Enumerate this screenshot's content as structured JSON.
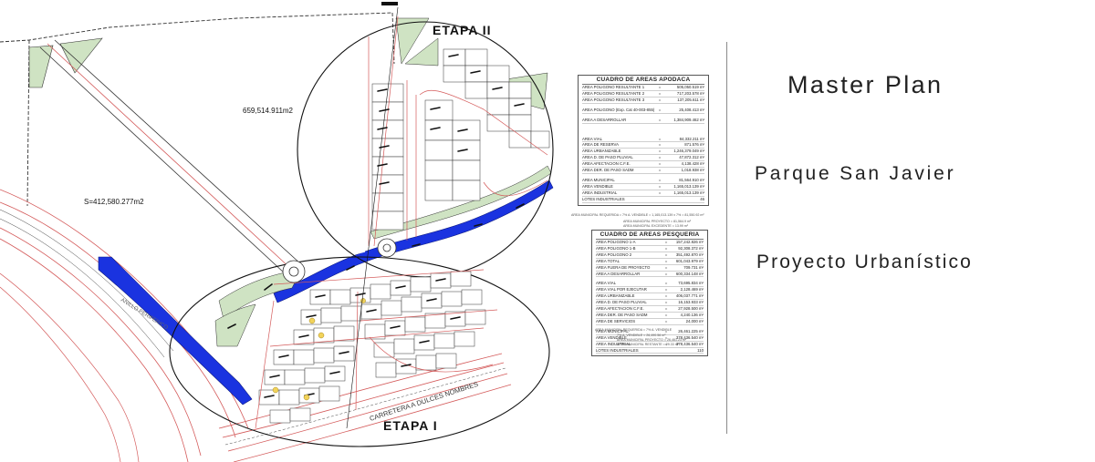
{
  "plan": {
    "etapa_ii_label": "ETAPA II",
    "etapa_i_label": "ETAPA I",
    "area_label_1": "659,514.911m2",
    "area_label_2": "S=412,580.277m2",
    "road_label": "CARRETERA A DULCES NOMBRES",
    "road_label_left": "ANILLO PERIFERICO",
    "colors": {
      "canal": "#1a33e0",
      "green": "#cfe3c3",
      "road": "#d45a5a",
      "ink": "#2a2a2a"
    }
  },
  "apodaca_table": {
    "title": "CUADRO DE AREAS APODACA",
    "rows": [
      {
        "label": "AREA POLIGONO RESULTANTE 1",
        "eq": "=",
        "value": "505,050.519 m²"
      },
      {
        "label": "AREA POLIGONO RESULTANTE 2",
        "eq": "=",
        "value": "717,203.578 m²"
      },
      {
        "label": "AREA POLIGONO RESULTANTE 3",
        "eq": "=",
        "value": "137,205.611 m²"
      },
      {
        "label": "AREA POLIGONO (Exp. Cat 40-003-855)",
        "eq": "=",
        "value": "25,408.413 m²"
      },
      {
        "label": "AREA A DESARROLLAR",
        "eq": "=",
        "value": "1,384,909.462 m²"
      },
      {
        "label": "AREA VIAL",
        "eq": "=",
        "value": "84,332.211 m²"
      },
      {
        "label": "AREA DE RESERVA",
        "eq": "=",
        "value": "871.576 m²"
      },
      {
        "label": "AREA URBANIZABLE",
        "eq": "=",
        "value": "1,246,379.049 m²"
      },
      {
        "label": "AREA D. DE PASO PLUVIAL",
        "eq": "=",
        "value": "47,872.312 m²"
      },
      {
        "label": "AREA AFECTACION C.F.E.",
        "eq": "=",
        "value": "4,138.428 m²"
      },
      {
        "label": "AREA DER. DE PASO SADM",
        "eq": "=",
        "value": "1,018.938 m²"
      },
      {
        "label": "AREA MUNICIPAL",
        "eq": "=",
        "value": "81,564.910 m²"
      },
      {
        "label": "AREA VENDIBLE",
        "eq": "=",
        "value": "1,165,013.139 m²"
      },
      {
        "label": "AREA INDUSTRIAL",
        "eq": "=",
        "value": "1,165,013.139 m²"
      },
      {
        "label": "LOTES INDUSTRIALES",
        "eq": "",
        "value": "46"
      }
    ],
    "notes": [
      "AREA MUNICIPAL REQUERIDA = 7% A. VENDIBLE = 1,165,013.139 x 7% = 81,550.92 m²",
      "AREA MUNICIPAL PROYECTO = 81,564.9 m²",
      "AREA MUNICIPAL EXCEDENTE = 13.99 m²"
    ]
  },
  "pesqueria_table": {
    "title": "CUADRO DE AREAS PESQUERIA",
    "rows": [
      {
        "label": "AREA POLIGONO 1-A",
        "eq": "=",
        "value": "157,242.826 m²"
      },
      {
        "label": "AREA POLIGONO 1-B",
        "eq": "=",
        "value": "92,308.372 m²"
      },
      {
        "label": "AREA POLIGONO 2",
        "eq": "=",
        "value": "351,492.870 m²"
      },
      {
        "label": "AREA TOTAL",
        "eq": "=",
        "value": "601,043.979 m²"
      },
      {
        "label": "AREA FUERA DE PROYECTO",
        "eq": "=",
        "value": "709.731 m²"
      },
      {
        "label": "AREA A DESARROLLAR",
        "eq": "=",
        "value": "600,334.148 m²"
      },
      {
        "label": "AREA VIAL",
        "eq": "=",
        "value": "73,695.834 m²"
      },
      {
        "label": "AREA VIAL POR EJECUTAR",
        "eq": "=",
        "value": "2,128.469 m²"
      },
      {
        "label": "AREA URBANIZABLE",
        "eq": "=",
        "value": "406,037.771 m²"
      },
      {
        "label": "AREA D. DE PASO PLUVIAL",
        "eq": "=",
        "value": "16,153.933 m²"
      },
      {
        "label": "AREA AFECTACION C.F.E.",
        "eq": "=",
        "value": "27,928.500 m²"
      },
      {
        "label": "AREA DER. DE PASO SADM",
        "eq": "=",
        "value": "4,240.136 m²"
      },
      {
        "label": "AREA DE SERVICIOS",
        "eq": "=",
        "value": "24,000 m²"
      },
      {
        "label": "AREA MUNICIPAL",
        "eq": "=",
        "value": "26,461.225 m²"
      },
      {
        "label": "AREA VENDIBLE",
        "eq": "=",
        "value": "378,436.540 m²"
      },
      {
        "label": "AREA INDUSTRIAL",
        "eq": "=",
        "value": "378,436.540 m²"
      },
      {
        "label": "LOTES INDUSTRIALES",
        "eq": "",
        "value": "110"
      }
    ],
    "notes": [
      "AREA MUNICIPAL REQUERIDA = 7% A. VENDIBLE",
      "7% A. VENDIBLE = 26,490.56 m²",
      "AREA MUNICIPAL PROYECTO = 26,461.23 m²",
      "AREA MUNICIPAL RESTANTE = 29.33 m²"
    ]
  },
  "titles": {
    "master_plan": "Master Plan",
    "parque": "Parque San Javier",
    "proyecto": "Proyecto Urbanístico"
  }
}
